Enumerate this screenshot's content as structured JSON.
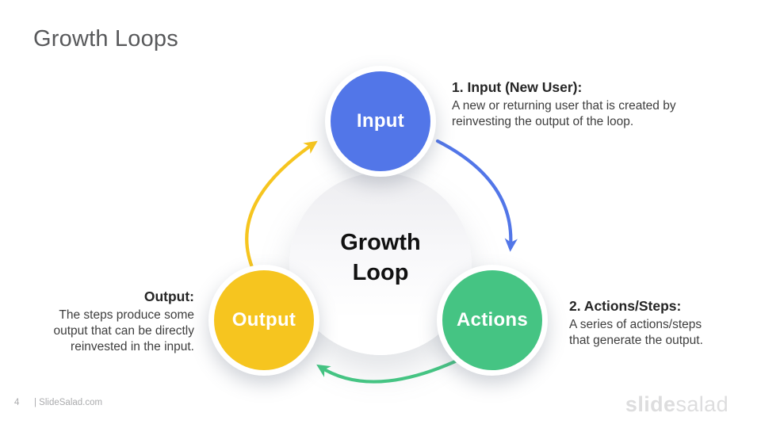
{
  "title": "Growth Loops",
  "colors": {
    "blue": "#5276E8",
    "green": "#45C483",
    "yellow": "#F6C51F",
    "title_gray": "#58595B",
    "heading_text": "#252525",
    "body_text": "#3E3E3E",
    "center_text": "#111111",
    "footer_text": "#AAABAD",
    "watermark_text": "#DDDDDE"
  },
  "diagram": {
    "center_label": "Growth\nLoop",
    "nodes": [
      {
        "id": "input",
        "label": "Input",
        "color": "#5276E8"
      },
      {
        "id": "actions",
        "label": "Actions",
        "color": "#45C483"
      },
      {
        "id": "output",
        "label": "Output",
        "color": "#F6C51F"
      }
    ]
  },
  "descriptions": [
    {
      "heading": "1. Input (New User):",
      "body": "A new or returning user that is created by\nreinvesting the output of the loop."
    },
    {
      "heading": "2. Actions/Steps:",
      "body": "A series of actions/steps\nthat generate the output."
    },
    {
      "heading": "Output:",
      "body": "The steps produce some\noutput that can be directly\nreinvested in the input."
    }
  ],
  "footer": {
    "page_number": "4",
    "site": "| SlideSalad.com"
  },
  "watermark": {
    "bold": "slide",
    "light": "salad"
  }
}
